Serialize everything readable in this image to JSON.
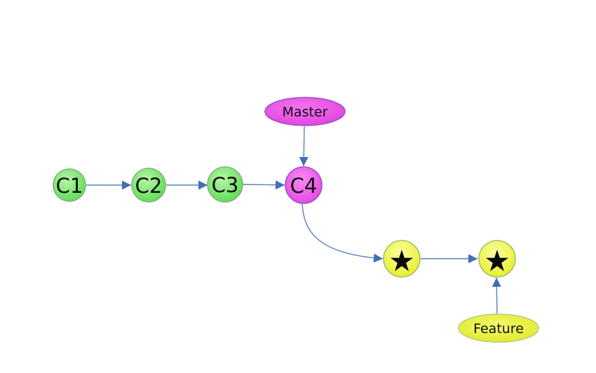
{
  "diagram": {
    "type": "git-branch-graph",
    "background": "#ffffff",
    "nodes": {
      "c1": {
        "label": "C1",
        "fill": "#5bdc50"
      },
      "c2": {
        "label": "C2",
        "fill": "#5bdc50"
      },
      "c3": {
        "label": "C3",
        "fill": "#5bdc50"
      },
      "c4": {
        "label": "C4",
        "fill": "#e94fe9"
      },
      "master": {
        "label": "Master",
        "fill": "#e94fe9"
      },
      "star1": {
        "glyph": "★",
        "fill": "#e8ef25"
      },
      "star2": {
        "glyph": "★",
        "fill": "#e8ef25"
      },
      "feature": {
        "label": "Feature",
        "fill": "#e0e82a"
      }
    },
    "edges": [
      {
        "from": "C1",
        "to": "C2",
        "style": "straight"
      },
      {
        "from": "C2",
        "to": "C3",
        "style": "straight"
      },
      {
        "from": "C3",
        "to": "C4",
        "style": "straight"
      },
      {
        "from": "Master",
        "to": "C4",
        "style": "straight"
      },
      {
        "from": "C4",
        "to": "star1",
        "style": "curved"
      },
      {
        "from": "star1",
        "to": "star2",
        "style": "straight"
      },
      {
        "from": "Feature",
        "to": "star2",
        "style": "straight"
      }
    ],
    "colors": {
      "commit_green": "#5bdc50",
      "commit_magenta": "#e94fe9",
      "commit_yellow": "#e8ef25",
      "edge_line": "#5580bd",
      "edge_arrowhead": "#3f70b0",
      "label_text": "#0d0d0d"
    }
  }
}
